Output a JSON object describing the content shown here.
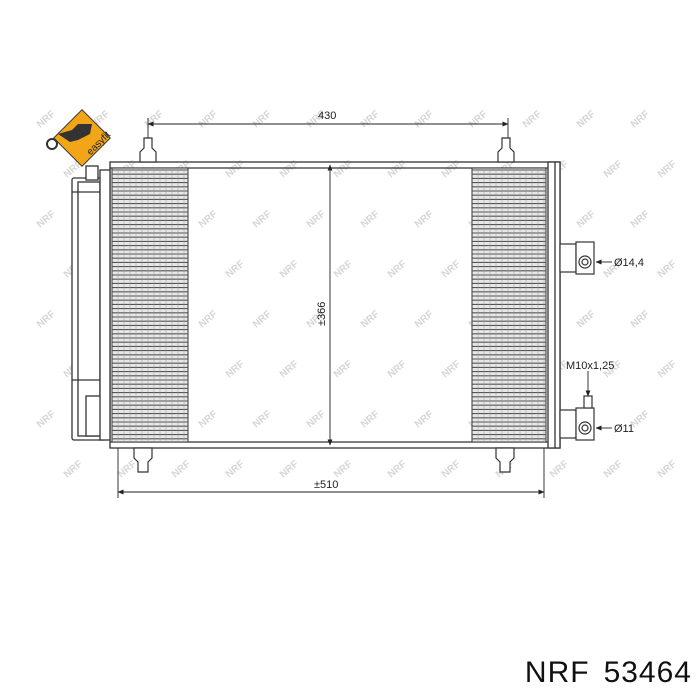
{
  "watermark": {
    "text": "NRF"
  },
  "logo": {
    "text": "easyfit",
    "color": "#f2a516"
  },
  "dimensions": {
    "width_top": "430",
    "height": "±366",
    "width_bottom": "±510",
    "pipe_upper": "Ø14,4",
    "thread": "M10x1,25",
    "pipe_lower": "Ø11"
  },
  "caption": {
    "brand": "NRF",
    "part_number": "53464"
  }
}
